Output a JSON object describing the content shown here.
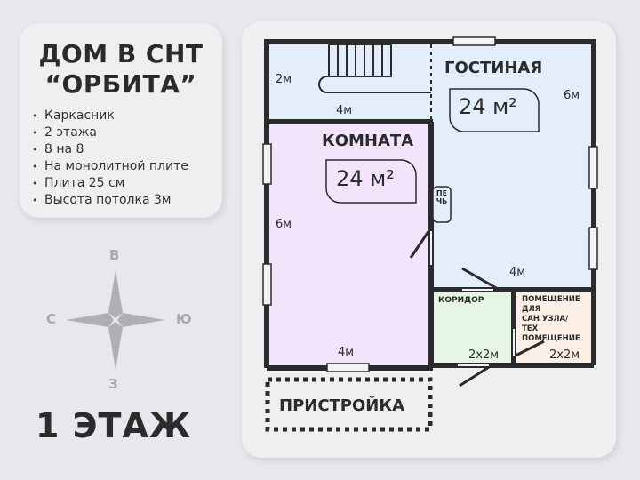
{
  "info": {
    "title_line1": "ДОМ В СНТ",
    "title_line2": "“ОРБИТА”",
    "features": [
      "Каркасник",
      "2 этажа",
      "8 на 8",
      "На монолитной плите",
      "Плита 25 см",
      "Высота потолка 3м"
    ]
  },
  "compass": {
    "north": "В",
    "west": "С",
    "east": "Ю",
    "south": "З"
  },
  "floor_label": "1 ЭТАЖ",
  "colors": {
    "wall": "#2b2b2e",
    "living_blue": "#e4eefa",
    "room_purple": "#f1e4fb",
    "corridor_green": "#e6f6e6",
    "utility_peach": "#fbefe6",
    "compass_gray": "#a9a8ae"
  },
  "plan": {
    "stair_hall": {
      "dim_h": "2м",
      "dim_w": "4м"
    },
    "living_room": {
      "name": "ГОСТИНАЯ",
      "area": "24 м²",
      "dim_h": "6м",
      "dim_w": "4м"
    },
    "room": {
      "name": "КОМНАТА",
      "area": "24 м²",
      "dim_h": "6м",
      "dim_w": "4м"
    },
    "stove": {
      "label": "ПЕЧЬ"
    },
    "corridor": {
      "name": "КОРИДОР",
      "dim": "2х2м"
    },
    "utility": {
      "name_lines": [
        "ПОМЕЩЕНИЕ",
        "ДЛЯ",
        "САН УЗЛА/",
        "ТЕХ",
        "ПОМЕЩЕНИЕ"
      ],
      "dim": "2х2м"
    },
    "annex": {
      "name": "ПРИСТРОЙКА"
    }
  }
}
